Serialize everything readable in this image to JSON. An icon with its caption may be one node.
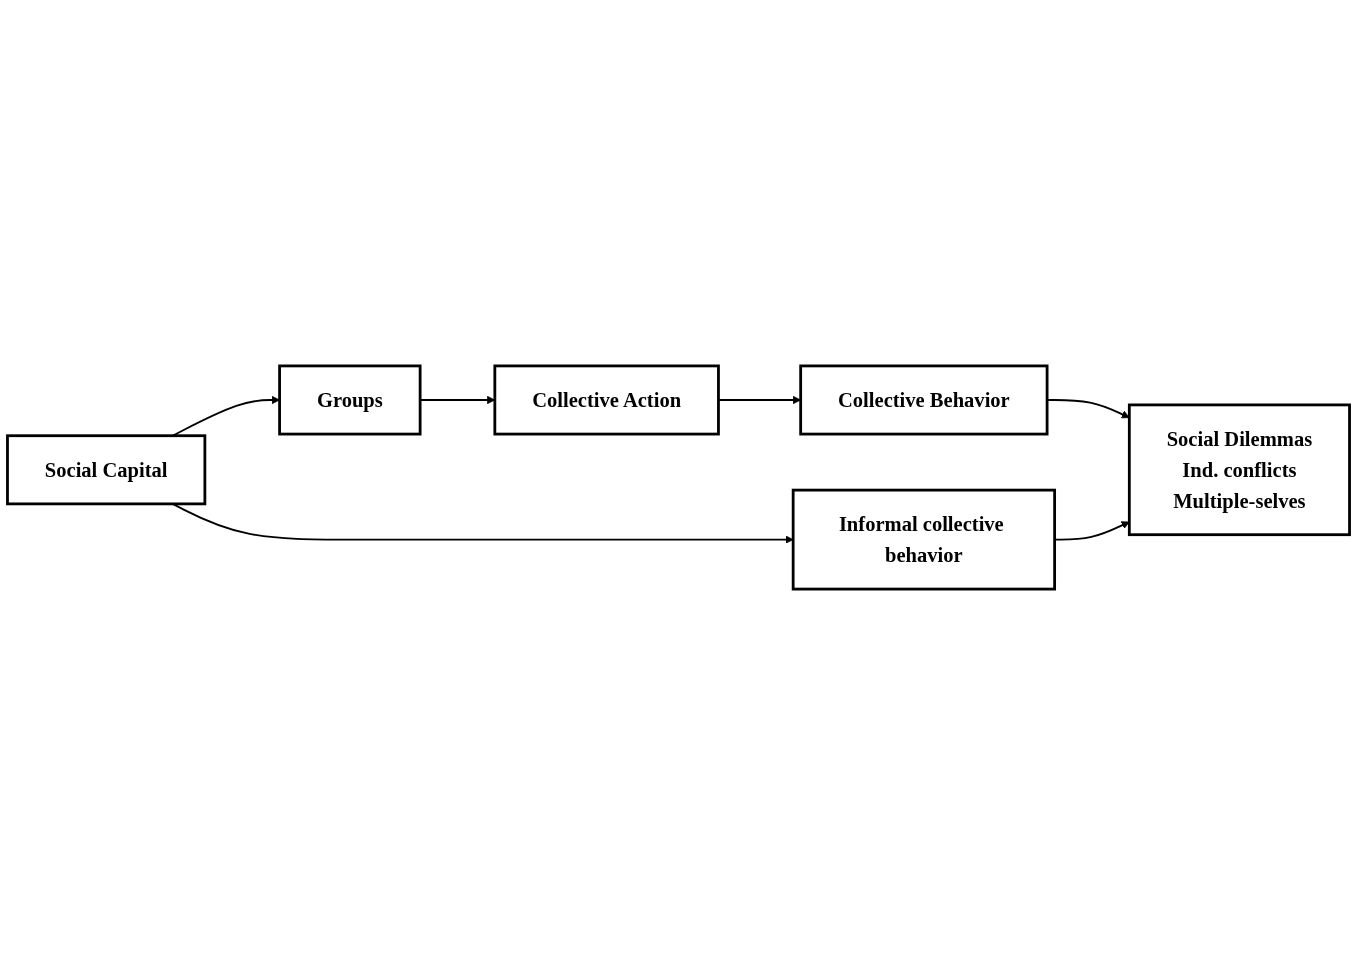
{
  "diagram": {
    "nodes": [
      {
        "text": [
          "Groups"
        ]
      },
      {
        "text": [
          "Collective Action"
        ]
      },
      {
        "text": [
          "Collective Behavior"
        ]
      },
      {
        "text": [
          "Social Dilemmas",
          "Ind. conflicts",
          "Multiple-selves"
        ]
      },
      {
        "text": [
          "Social Capital"
        ]
      },
      {
        "text": [
          "Informal collective behavior"
        ]
      }
    ],
    "edges": [
      {
        "from": 4,
        "to": 0,
        "arrow": "to"
      },
      {
        "from": 0,
        "to": 1,
        "arrow": "to"
      },
      {
        "from": 1,
        "to": 2,
        "arrow": "to"
      },
      {
        "from": 2,
        "to": 3,
        "arrow": "to"
      },
      {
        "from": 4,
        "to": 5,
        "arrow": "to"
      },
      {
        "from": 5,
        "to": 3,
        "arrow": "to"
      }
    ]
  }
}
